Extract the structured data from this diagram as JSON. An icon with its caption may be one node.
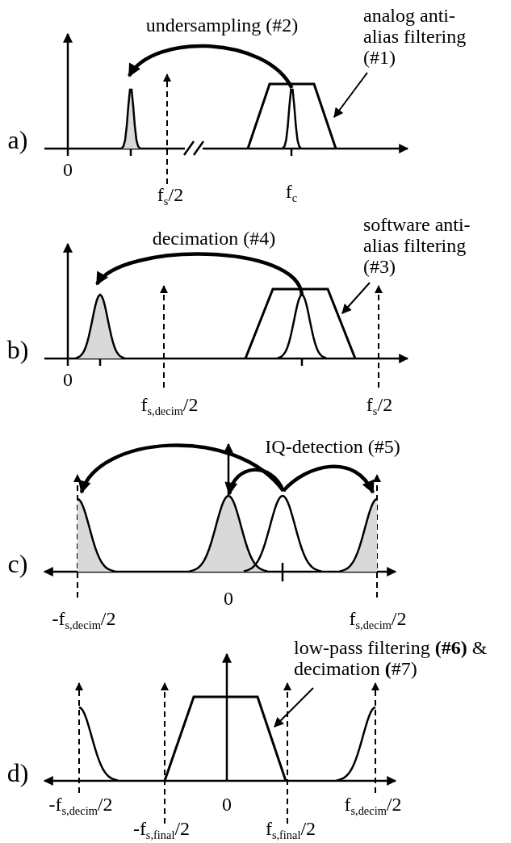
{
  "diagram": {
    "nodes": [
      {
        "text": [
          "analog anti-alias filtering (#1)"
        ]
      },
      {
        "text": [],
        "shape": "trapezoid"
      },
      {
        "text": [],
        "shape": "curve",
        "in": 1
      },
      {
        "text": [],
        "shape": "curve"
      },
      {
        "text": [
          "software anti-alias filtering (#3)"
        ]
      },
      {
        "text": [],
        "shape": "trapezoid"
      },
      {
        "text": [],
        "shape": "curve",
        "in": 5
      },
      {
        "text": [],
        "shape": "curve"
      },
      {
        "text": [],
        "shape": "curve"
      },
      {
        "text": [],
        "shape": "curve"
      },
      {
        "text": [],
        "shape": "curve"
      },
      {
        "text": [],
        "shape": "curve"
      },
      {
        "text": [
          "low-pass filtering **(#6)** & decimation **(**#7)"
        ]
      },
      {
        "text": [],
        "shape": "trapezoid"
      }
    ],
    "edges": [
      {
        "from": 0,
        "to": 1,
        "arrow": "to"
      },
      {
        "from": 2,
        "to": 3,
        "arrow": "to",
        "label": "undersampling (#2)"
      },
      {
        "from": 4,
        "to": 5,
        "arrow": "to"
      },
      {
        "from": 6,
        "to": 7,
        "arrow": "to",
        "label": "decimation (#4)"
      },
      {
        "from": 10,
        "to": 8,
        "arrow": "to"
      },
      {
        "from": 10,
        "to": 9,
        "arrow": "to"
      },
      {
        "from": 10,
        "to": 11,
        "arrow": "to"
      },
      {
        "from": 12,
        "to": 13,
        "arrow": "to"
      }
    ],
    "labels": [
      "a)",
      "0",
      "f$_{s}$/2",
      "f$_{c}$",
      "b)",
      "0",
      "f$_{s,decim}$/2",
      "f$_{s}$/2",
      "IQ-detection (#5)",
      "c)",
      "-f$_{s,decim}$/2",
      "0",
      "f$_{s,decim}$/2",
      "d)",
      "-f$_{s,decim}$/2",
      "0",
      "f$_{s,decim}$/2",
      "-f$_{s,final}$/2",
      "f$_{s,final}$/2"
    ]
  }
}
